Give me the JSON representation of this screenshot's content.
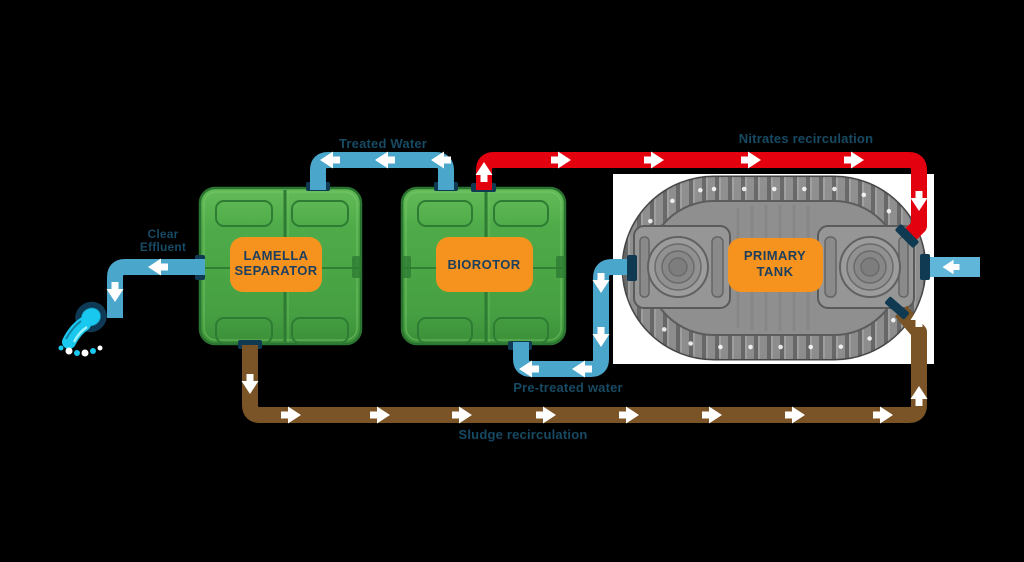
{
  "colors": {
    "background": "#000000",
    "water_pipe_blue": "#4BA6CB",
    "inlet_arrow_blue": "#5FB6D8",
    "nitrates_pipe_red": "#E3000F",
    "sludge_pipe_brown": "#7A5426",
    "connector_navy": "#0F3A52",
    "tank_green": "#4DA647",
    "tank_gray": "#8E8E8E",
    "label_orange": "#F6921E",
    "label_text_navy": "#1C3F5E",
    "flow_text_navy": "#174A63",
    "outfall_cyan": "#19C8EF",
    "arrow_white": "#FFFFFF",
    "tank_backdrop_white": "#FFFFFF"
  },
  "tanks": [
    {
      "id": "lamella-separator",
      "label_lines": [
        "LAMELLA",
        "SEPARATOR"
      ]
    },
    {
      "id": "biorotor",
      "label_lines": [
        "BIOROTOR"
      ]
    },
    {
      "id": "primary-tank",
      "label_lines": [
        "PRIMARY",
        "TANK"
      ]
    }
  ],
  "flows": {
    "treated_water": {
      "label": "Treated Water",
      "color": "#4BA6CB",
      "arrow_direction": "left"
    },
    "nitrates": {
      "label": "Nitrates recirculation",
      "color": "#E3000F",
      "arrow_direction": "right-then-down"
    },
    "pre_treated": {
      "label": "Pre-treated water",
      "color": "#4BA6CB",
      "arrow_direction": "down-then-left"
    },
    "sludge": {
      "label": "Sludge recirculation",
      "color": "#7A5426",
      "arrow_direction": "right-then-up"
    },
    "clear_effluent": {
      "label_lines": [
        "Clear",
        "Effluent"
      ],
      "color": "#4BA6CB",
      "arrow_direction": "left-then-down"
    },
    "inlet": {
      "color": "#5FB6D8",
      "arrow_direction": "left"
    }
  },
  "icons": {
    "outfall": "clear-effluent-outfall-icon",
    "arrow": "flow-arrow-icon"
  }
}
